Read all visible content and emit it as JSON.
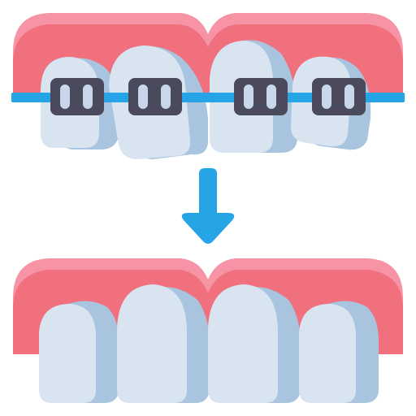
{
  "icon": {
    "name": "teeth-braces-before-after-icon",
    "colors": {
      "background": "#ffffff",
      "gum": "#f0707e",
      "gum_highlight": "#f694a6",
      "tooth_front": "#d8e4f0",
      "tooth_side": "#a8c4de",
      "bracket": "#4a4a5c",
      "bracket_slot": "#c8d8ea",
      "wire": "#27a4e6",
      "arrow": "#27a4e6"
    },
    "parts": {
      "top": "teeth-with-braces",
      "arrow": "down-arrow",
      "bottom": "straight-teeth"
    }
  }
}
